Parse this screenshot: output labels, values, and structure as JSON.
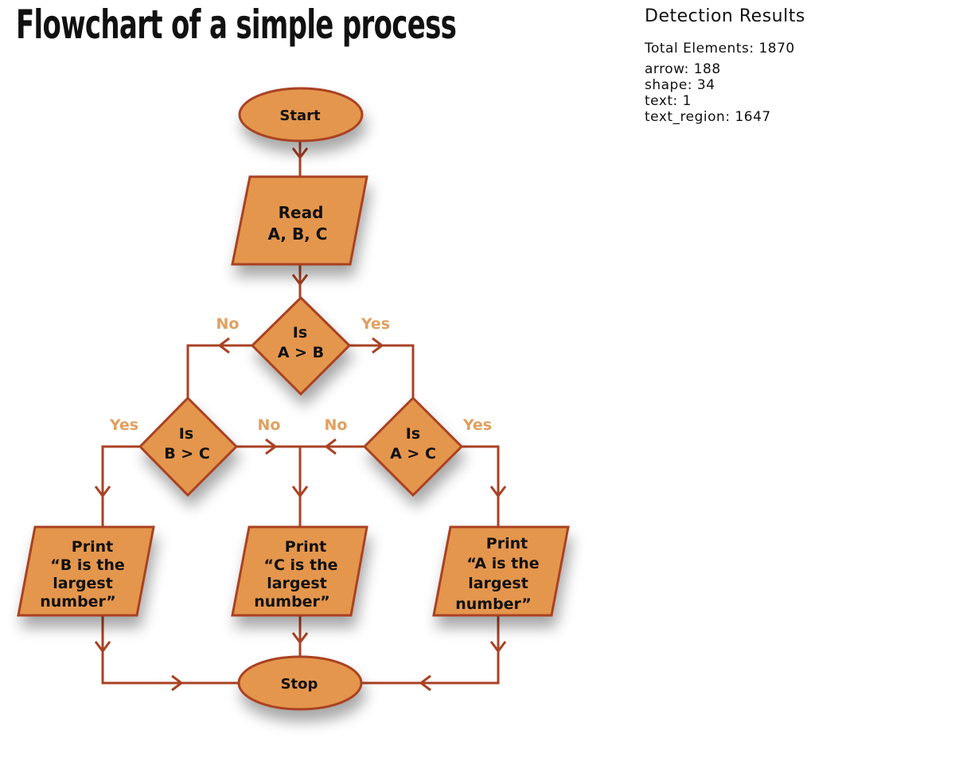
{
  "title": "Flowchart of a simple process",
  "diagram": {
    "start_label": "Start",
    "read_label_line1": "Read",
    "read_label_line2": "A, B, C",
    "decision_ab_line1": "Is",
    "decision_ab_line2": "A > B",
    "decision_bc_line1": "Is",
    "decision_bc_line2": "B > C",
    "decision_ac_line1": "Is",
    "decision_ac_line2": "A > C",
    "print_b": [
      "Print",
      "“B is the",
      "largest",
      "number”"
    ],
    "print_c": [
      "Print",
      "“C is the",
      "largest",
      "number”"
    ],
    "print_a": [
      "Print",
      "“A is the",
      "largest",
      "number”"
    ],
    "stop_label": "Stop",
    "branch_no_ab": "No",
    "branch_yes_ab": "Yes",
    "branch_yes_bc": "Yes",
    "branch_no_bc": "No",
    "branch_no_ac": "No",
    "branch_yes_ac": "Yes",
    "colors": {
      "fill": "#E4964E",
      "stroke": "#A94224",
      "branch_label": "#E0A060",
      "text": "#111111"
    }
  },
  "detection": {
    "heading": "Detection Results",
    "total": "Total Elements: 1870",
    "lines": [
      "arrow: 188",
      "shape: 34",
      "text: 1",
      "text_region: 1647"
    ]
  }
}
